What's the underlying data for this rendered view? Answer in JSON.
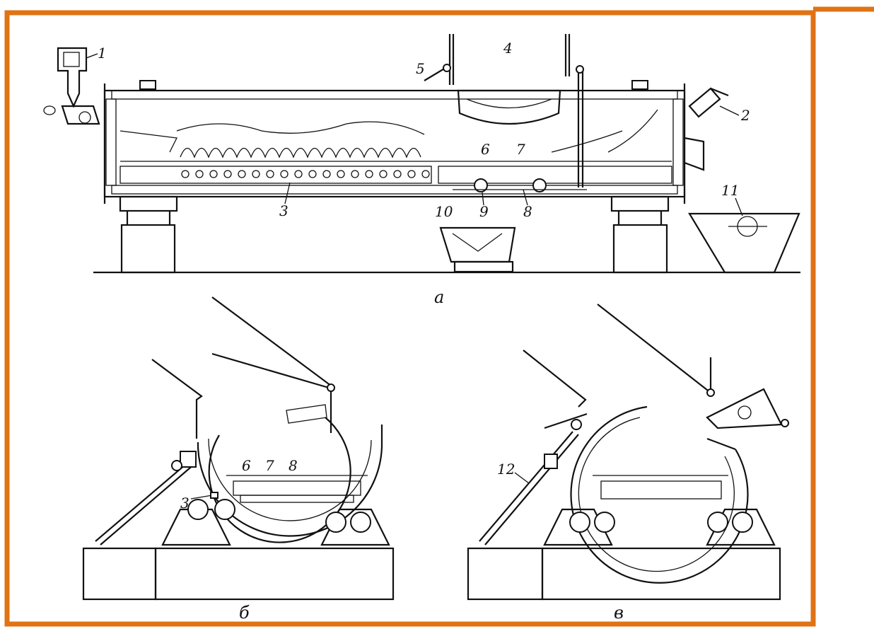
{
  "colors": {
    "frame": "#e07314",
    "ink": "#111111",
    "background": "#ffffff"
  },
  "figure": {
    "captions": {
      "a": "а",
      "b": "б",
      "c": "в"
    },
    "callouts": {
      "1": "1",
      "2": "2",
      "3": "3",
      "4": "4",
      "5": "5",
      "6": "6",
      "7": "7",
      "8": "8",
      "9": "9",
      "10": "10",
      "11": "11",
      "12": "12"
    }
  }
}
